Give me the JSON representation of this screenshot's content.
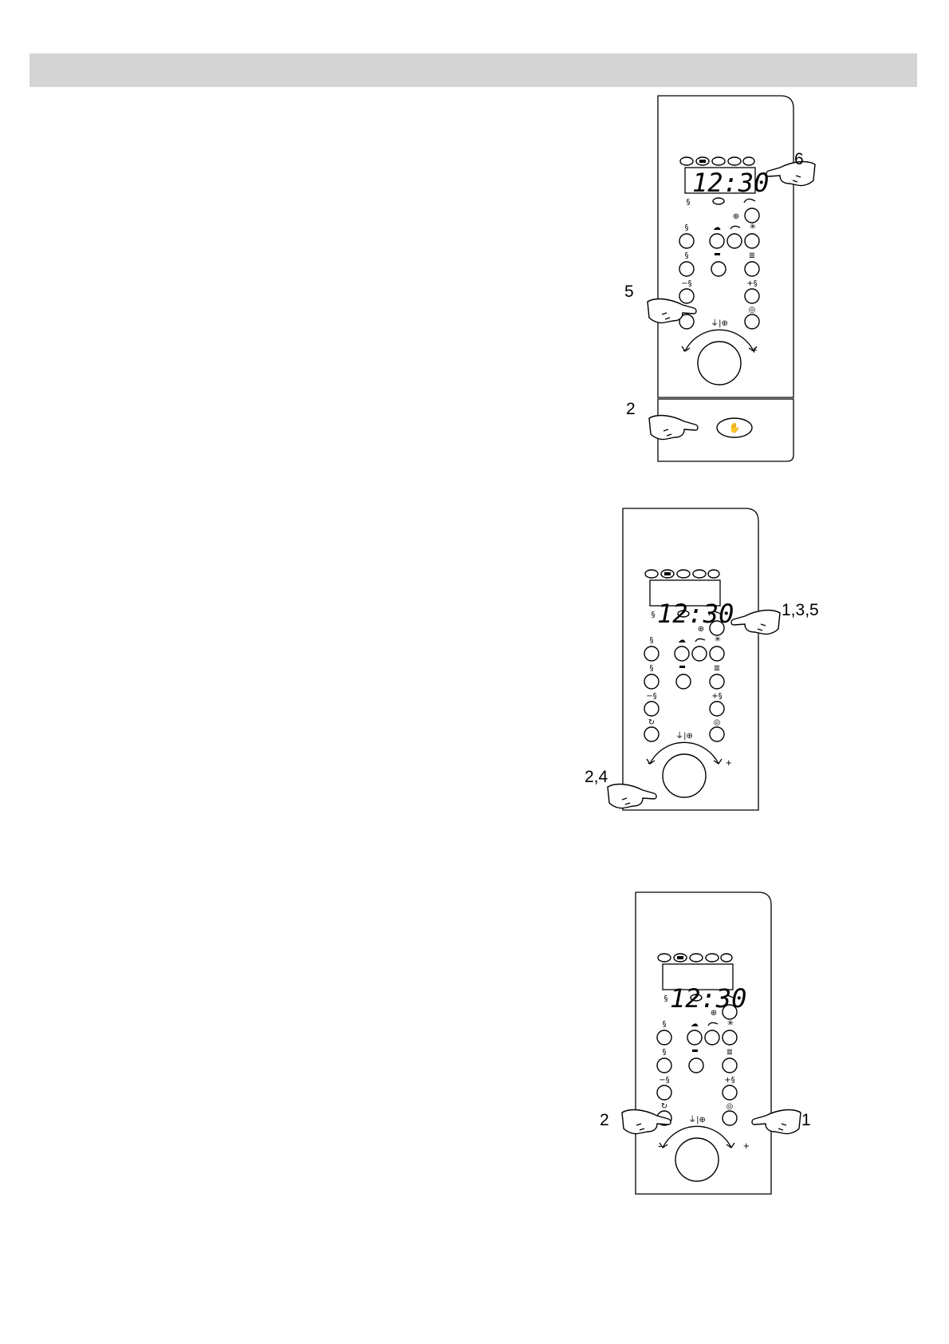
{
  "panels": [
    {
      "display_time": "12:30",
      "callouts": [
        "6",
        "5",
        "2"
      ]
    },
    {
      "display_time": "12:30",
      "callouts": [
        "1,3,5",
        "2,4"
      ]
    },
    {
      "display_time": "12:30",
      "callouts": [
        "2",
        "1"
      ]
    }
  ],
  "dial": {
    "minus": "-",
    "plus": "+"
  },
  "icons": [
    "microwave-icon",
    "grill-icon",
    "combi-icon",
    "defrost-icon",
    "clock-icon",
    "stop-hand-icon",
    "start-icon",
    "jet-start-icon"
  ]
}
